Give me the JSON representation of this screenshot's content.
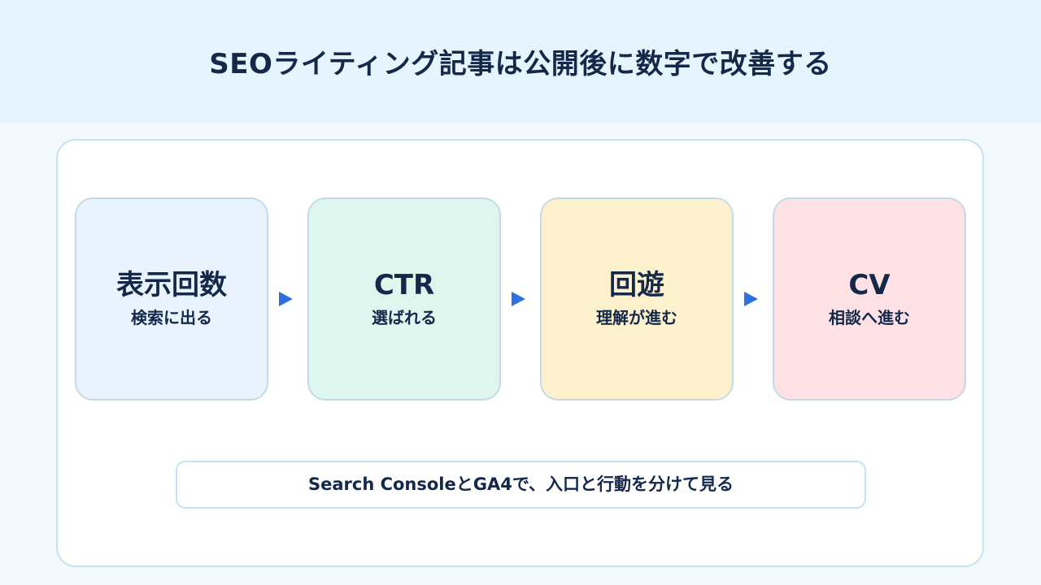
{
  "title": "SEOライティング記事は公開後に数字で改善する",
  "steps": [
    {
      "title": "表示回数",
      "subtitle": "検索に出る",
      "color": "#e8f3fd"
    },
    {
      "title": "CTR",
      "subtitle": "選ばれる",
      "color": "#dff6ef"
    },
    {
      "title": "回遊",
      "subtitle": "理解が進む",
      "color": "#fdf0cc"
    },
    {
      "title": "CV",
      "subtitle": "相談へ進む",
      "color": "#fde1e5"
    }
  ],
  "note": "Search ConsoleとGA4で、入口と行動を分けて見る",
  "colors": {
    "arrow": "#2f6fe0",
    "text": "#14284a",
    "header_bg": "#e6f4fd"
  }
}
